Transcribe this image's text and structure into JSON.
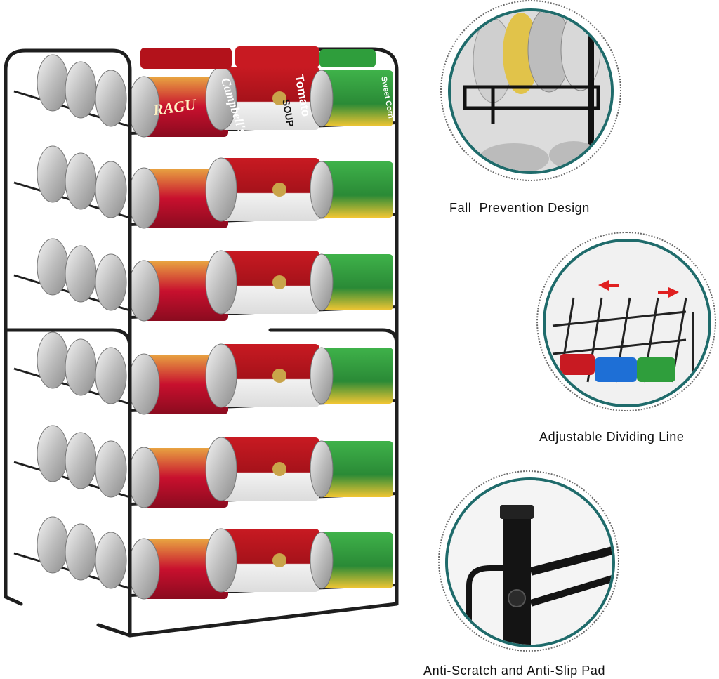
{
  "features": [
    {
      "caption": "Fall  Prevention Design",
      "icon": "fall-prevention-guard-icon"
    },
    {
      "caption": "Adjustable Dividing Line",
      "icon": "adjustable-divider-icon"
    },
    {
      "caption": "Anti-Scratch and Anti-Slip Pad",
      "icon": "anti-slip-pad-icon"
    }
  ],
  "cans": {
    "brand_pasta": "RAGU",
    "brand_soup": "Campbell's",
    "soup_variety_1": "Tomato",
    "soup_variety_2": "SOUP",
    "vegetable_label": "Sweet Corn"
  },
  "colors": {
    "rack_frame": "#1e1e1e",
    "circle_border": "#1f6b6b",
    "arrow_red": "#e02020",
    "soup_red": "#b3121b",
    "pasta_red": "#c8102e",
    "corn_green": "#2f9e3c"
  }
}
